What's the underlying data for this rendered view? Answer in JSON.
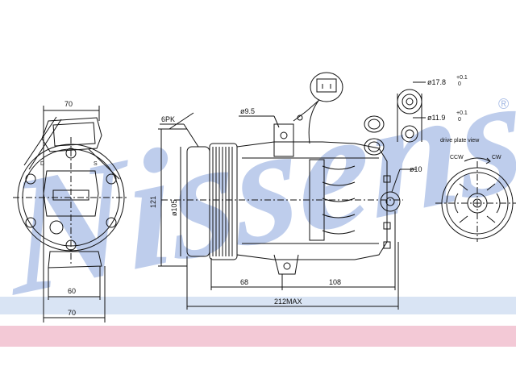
{
  "brand": {
    "watermark": "Nissens",
    "registered_mark": "®"
  },
  "colors": {
    "watermark": "#a9bde6",
    "bottom_band": "#f3c9d6",
    "line": "#111111"
  },
  "front_view": {
    "width_top": "70",
    "width_bottom": "60",
    "width_base": "70",
    "port_label_s": "S",
    "port_label_d": "D"
  },
  "side_view": {
    "belt_label": "6PK",
    "height_label": "121",
    "pulley_diameter": "ø105",
    "fitting_diameter": "ø9.5",
    "port_diameter": "ø10",
    "dim_a": "68",
    "dim_b": "108",
    "overall_length": "212MAX"
  },
  "connector_view": {
    "diameter_large": "ø17.8",
    "diameter_large_tol_top": "+0.1",
    "diameter_large_tol_bottom": "0",
    "diameter_small": "ø11.9",
    "diameter_small_tol_top": "+0.1",
    "diameter_small_tol_bottom": "0"
  },
  "drive_plate_view": {
    "title": "drive plate view",
    "rotation_ccw": "CCW",
    "rotation_cw": "CW"
  }
}
